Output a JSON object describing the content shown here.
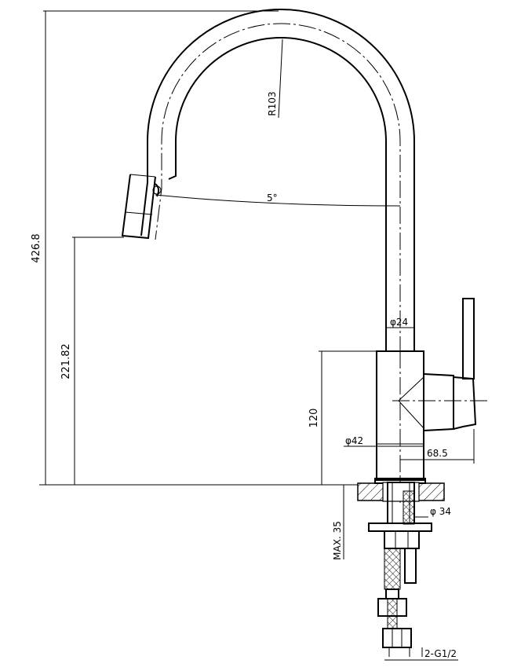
{
  "dimensions": {
    "overall_height": "426.8",
    "spout_height": "221.82",
    "body_height": "120",
    "arc_radius": "R103",
    "pullout_angle": "5°",
    "column_diameter": "φ24",
    "body_diameter": "φ42",
    "handle_reach": "68.5",
    "mount_hole_diameter": "φ 34",
    "max_deck_thickness": "MAX. 35",
    "hose_connection": "2-G1/2"
  }
}
